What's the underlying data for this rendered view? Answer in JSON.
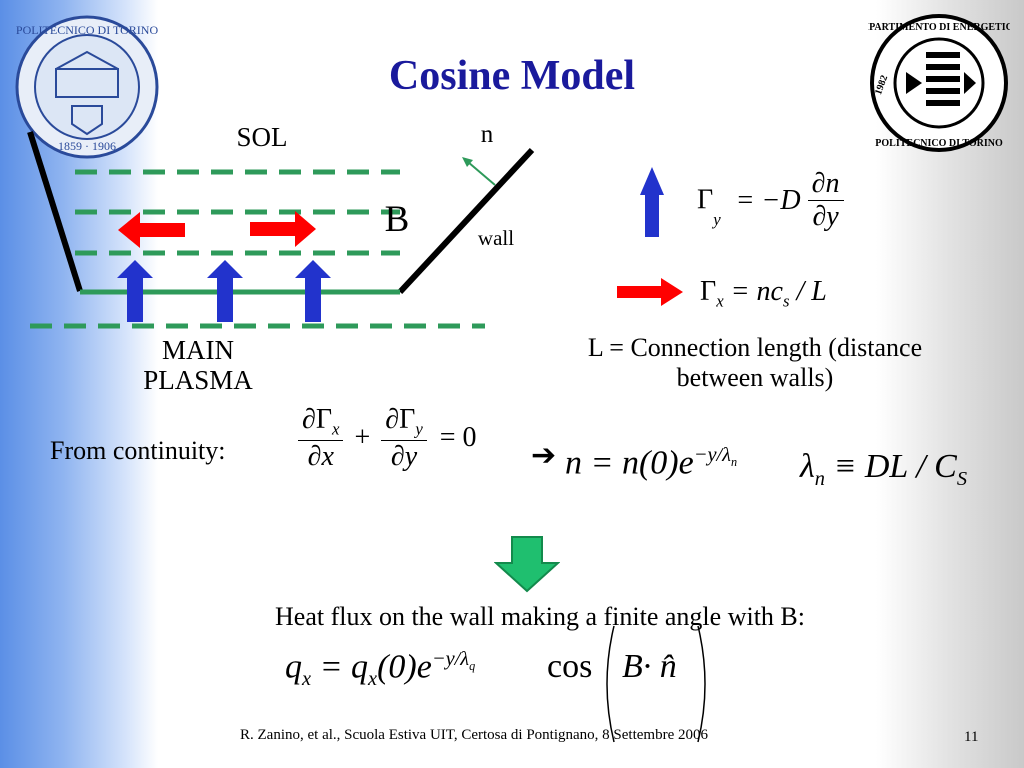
{
  "title": "Cosine Model",
  "diagram": {
    "sol_label": "SOL",
    "b_label": "B",
    "n_label": "n",
    "wall_label": "wall",
    "main_label": "MAIN",
    "plasma_label": "PLASMA"
  },
  "equations": {
    "gamma_y_lhs": "Γ",
    "gamma_y_sub": "y",
    "gamma_y_eq": "= −D",
    "gamma_y_num": "∂n",
    "gamma_y_den": "∂y",
    "gamma_x_lhs": "Γ",
    "gamma_x_sub": "x",
    "gamma_x_rhs": "= nc",
    "gamma_x_sub2": "s",
    "gamma_x_tail": "/ L",
    "connection_length_line1": "L = Connection length (distance",
    "connection_length_line2": "between walls)",
    "continuity_label": "From continuity:",
    "cont_num1": "∂Γ",
    "cont_num1_sub": "x",
    "cont_den1": "∂x",
    "cont_plus": "+",
    "cont_num2": "∂Γ",
    "cont_num2_sub": "y",
    "cont_den2": "∂y",
    "cont_eq0": "= 0",
    "implies_arrow": "➔",
    "density_solution": "n = n(0)e",
    "density_exponent": "−y/λ",
    "density_exponent_sub": "n",
    "lambda_def": "λ",
    "lambda_def_sub": "n",
    "lambda_def_rhs": "≡ DL / C",
    "lambda_def_rhs_sub": "S",
    "heat_flux_text": "Heat flux on the wall making a finite angle with B:",
    "heat_q": "q",
    "heat_q_sub": "x",
    "heat_eq": "= q",
    "heat_eq_sub": "x",
    "heat_zero": "(0)e",
    "heat_exponent": "−y/λ",
    "heat_exponent_sub": "q",
    "heat_cos": "cos",
    "heat_arg": "B· n̂"
  },
  "footer": {
    "citation": "R. Zanino, et al., Scuola Estiva UIT, Certosa di Pontignano, 8 Settembre 2006",
    "page_number": "11"
  },
  "logos": {
    "left_text": "POLITECNICO DI TORINO",
    "left_years": "1859 · 1906",
    "right_text": "DIPARTIMENTO DI ENERGETICA",
    "right_bottom": "POLITECNICO DI TORINO",
    "right_year": "1982"
  },
  "colors": {
    "title": "#1a1a9c",
    "arrow_red": "#ff0000",
    "arrow_blue": "#2233cc",
    "dash_green": "#2e9a5a",
    "down_arrow": "#1fbf6f"
  }
}
